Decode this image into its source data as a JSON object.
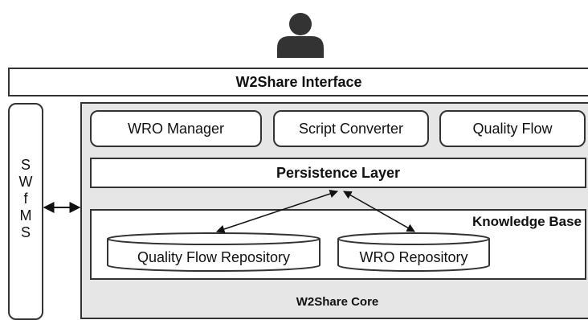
{
  "interface": {
    "title": "W2Share Interface"
  },
  "swfms": {
    "letters": [
      "S",
      "W",
      "f",
      "M",
      "S"
    ]
  },
  "core": {
    "title": "W2Share Core",
    "modules": [
      {
        "label": "WRO Manager"
      },
      {
        "label": "Script Converter"
      },
      {
        "label": "Quality Flow"
      }
    ],
    "persistence_layer": "Persistence Layer",
    "knowledge_base": {
      "title": "Knowledge Base",
      "repositories": [
        {
          "label": "Quality Flow Repository"
        },
        {
          "label": "WRO Repository"
        }
      ]
    }
  },
  "icons": {
    "user": "user-icon"
  },
  "colors": {
    "core_background": "#e6e6e6",
    "stroke": "#333333"
  }
}
